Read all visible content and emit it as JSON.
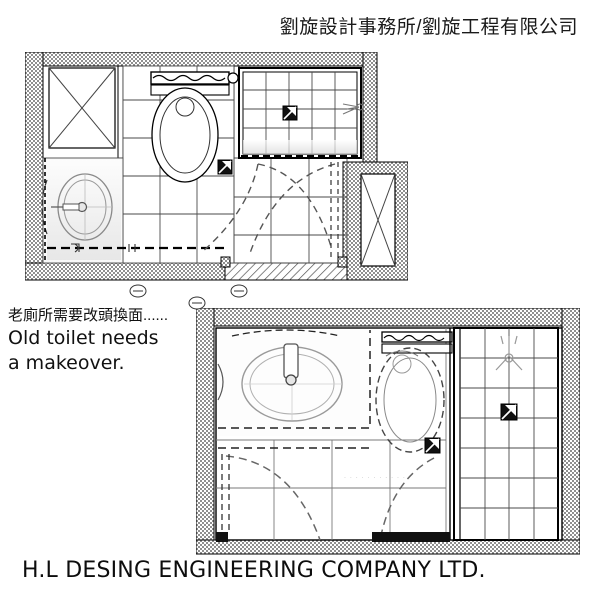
{
  "document": {
    "type": "architectural-floor-plan",
    "subject": "bathroom renovation drawing",
    "title": "劉旋設計事務所/劉旋工程有限公司",
    "footer": "H.L DESING ENGINEERING COMPANY LTD."
  },
  "annotation": {
    "chinese": "老廁所需要改頭換面......",
    "english_line1": "Old toilet needs",
    "english_line2": "a makeover."
  },
  "plans": {
    "upper": {
      "name": "existing-bathroom-plan",
      "label": "Upper floor plan — existing layout",
      "fixtures": [
        {
          "name": "toilet",
          "label": "WC / toilet with cistern"
        },
        {
          "name": "washbasin",
          "label": "wall-hung washbasin"
        },
        {
          "name": "shower-area",
          "label": "tiled shower area"
        },
        {
          "name": "shower-head",
          "label": "shower head"
        },
        {
          "name": "floor-drain-1",
          "label": "floor drain"
        },
        {
          "name": "floor-drain-2",
          "label": "floor drain"
        },
        {
          "name": "floor-drain-3",
          "label": "floor drain"
        },
        {
          "name": "window-left",
          "label": "window opening"
        },
        {
          "name": "window-right",
          "label": "window opening"
        },
        {
          "name": "door-swing",
          "label": "door swing arc"
        }
      ],
      "markers": [
        "grid-marker-a",
        "grid-marker-b"
      ]
    },
    "lower": {
      "name": "proposed-bathroom-plan",
      "label": "Lower floor plan — proposed layout",
      "fixtures": [
        {
          "name": "vanity-basin",
          "label": "vanity counter with oval basin"
        },
        {
          "name": "toilet",
          "label": "WC / toilet"
        },
        {
          "name": "shower-area",
          "label": "tiled shower enclosure"
        },
        {
          "name": "shower-head",
          "label": "shower head"
        },
        {
          "name": "floor-drain-1",
          "label": "floor drain"
        },
        {
          "name": "floor-drain-2",
          "label": "floor drain"
        },
        {
          "name": "floor-drain-3",
          "label": "floor drain"
        },
        {
          "name": "door-swing-left",
          "label": "door swing arc"
        },
        {
          "name": "door-swing-right",
          "label": "door swing arc"
        }
      ],
      "markers": [
        "grid-marker-c"
      ]
    }
  },
  "colors": {
    "background": "#ffffff",
    "line": "#000000",
    "tile_line": "#4a4a4a",
    "wall_hatch": "#8c8c8c",
    "fixture_outline": "#555555",
    "dashed": "#3a3a3a",
    "text": "#111111"
  }
}
